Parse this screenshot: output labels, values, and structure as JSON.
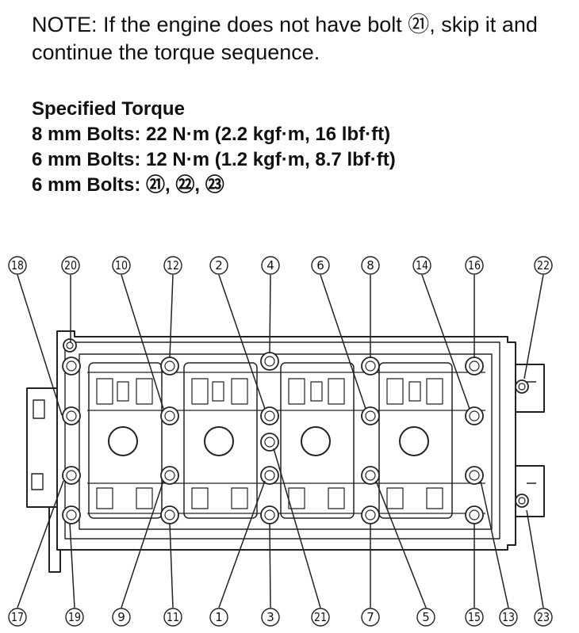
{
  "note": {
    "text": "NOTE: If the engine does not have bolt ㉑, skip it and continue the torque sequence."
  },
  "torque": {
    "title": "Specified Torque",
    "lines": [
      "8 mm Bolts:  22 N·m (2.2 kgf·m, 16 lbf·ft)",
      "6 mm Bolts:  12 N·m (1.2 kgf·m, 8.7 lbf·ft)",
      "6 mm Bolts: ㉑, ㉒, ㉓"
    ]
  },
  "diagram": {
    "top_labels": [
      "18",
      "20",
      "10",
      "12",
      "2",
      "4",
      "6",
      "8",
      "14",
      "16",
      "22"
    ],
    "bottom_labels": [
      "17",
      "19",
      "9",
      "11",
      "1",
      "3",
      "21",
      "7",
      "5",
      "15",
      "13",
      "23"
    ]
  }
}
